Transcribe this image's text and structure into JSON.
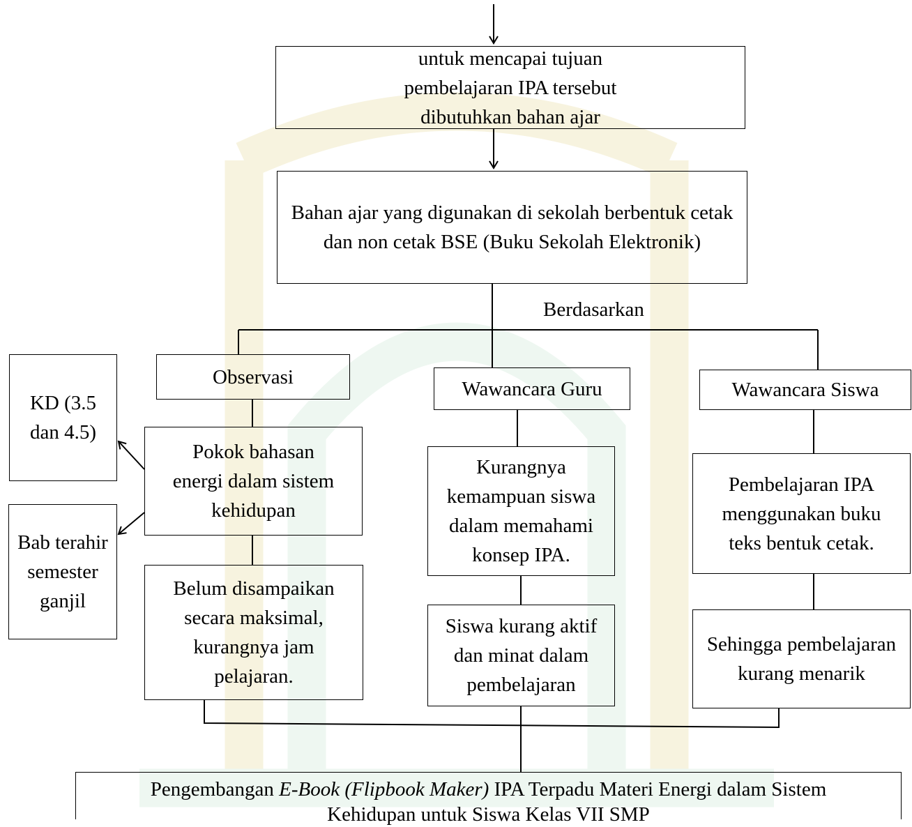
{
  "nodes": {
    "goal": "untuk mencapai tujuan pembelajaran IPA tersebut dibutuhkan bahan ajar",
    "bahan": "Bahan ajar yang digunakan di sekolah berbentuk cetak dan non cetak BSE (Buku Sekolah Elektronik)",
    "berdasarkan": "Berdasarkan",
    "observasi": "Observasi",
    "wawancara_guru": "Wawancara Guru",
    "wawancara_siswa": "Wawancara Siswa",
    "kd": "KD (3.5 dan 4.5)",
    "bab": "Bab terahir semester ganjil",
    "pokok": "Pokok bahasan energi dalam sistem kehidupan",
    "belum": "Belum disampaikan secara maksimal, kurangnya jam pelajaran.",
    "kurangnya": "Kurangnya kemampuan siswa dalam memahami konsep IPA.",
    "siswa_kurang": "Siswa kurang aktif dan minat dalam pembelajaran",
    "pembelajaran_ipa": "Pembelajaran IPA menggunakan buku teks bentuk cetak.",
    "sehingga": "Sehingga pembelajaran kurang menarik",
    "final": {
      "prefix": "Pengembangan ",
      "italic": "E-Book (Flipbook Maker)",
      "suffix": " IPA Terpadu Materi Energi dalam Sistem Kehidupan untuk Siswa Kelas VII SMP"
    }
  }
}
